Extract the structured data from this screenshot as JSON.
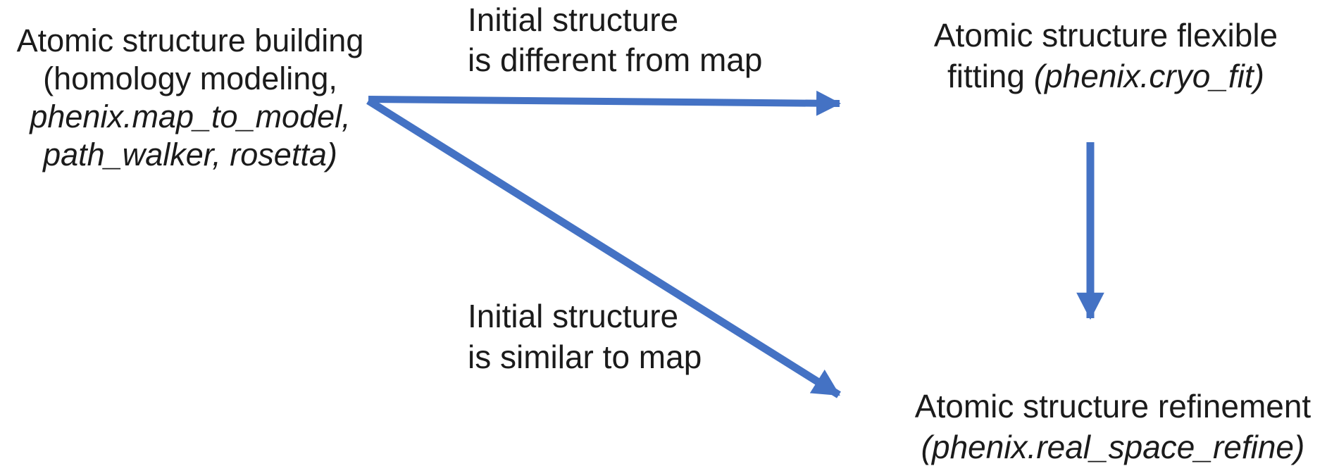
{
  "colors": {
    "arrow": "#4472C4",
    "text": "#1b1b1b",
    "background": "#ffffff"
  },
  "nodes": {
    "building": {
      "line1": "Atomic structure building",
      "line2": "(homology modeling,",
      "line3_italic": "phenix.map_to_model,",
      "line4_italic": "path_walker, rosetta)"
    },
    "fitting": {
      "line1": "Atomic structure flexible",
      "line2_regular": "fitting ",
      "line2_italic": "(phenix.cryo_fit)"
    },
    "refinement": {
      "line1": "Atomic structure refinement",
      "line2_italic": "(phenix.real_space_refine)"
    }
  },
  "edge_labels": {
    "different": {
      "line1": "Initial structure",
      "line2": "is different from map"
    },
    "similar": {
      "line1": "Initial structure",
      "line2": "is similar to map"
    }
  },
  "edges": [
    {
      "from": "building",
      "to": "fitting",
      "condition": "Initial structure is different from map"
    },
    {
      "from": "building",
      "to": "refinement",
      "condition": "Initial structure is similar to map"
    },
    {
      "from": "fitting",
      "to": "refinement",
      "condition": ""
    }
  ]
}
